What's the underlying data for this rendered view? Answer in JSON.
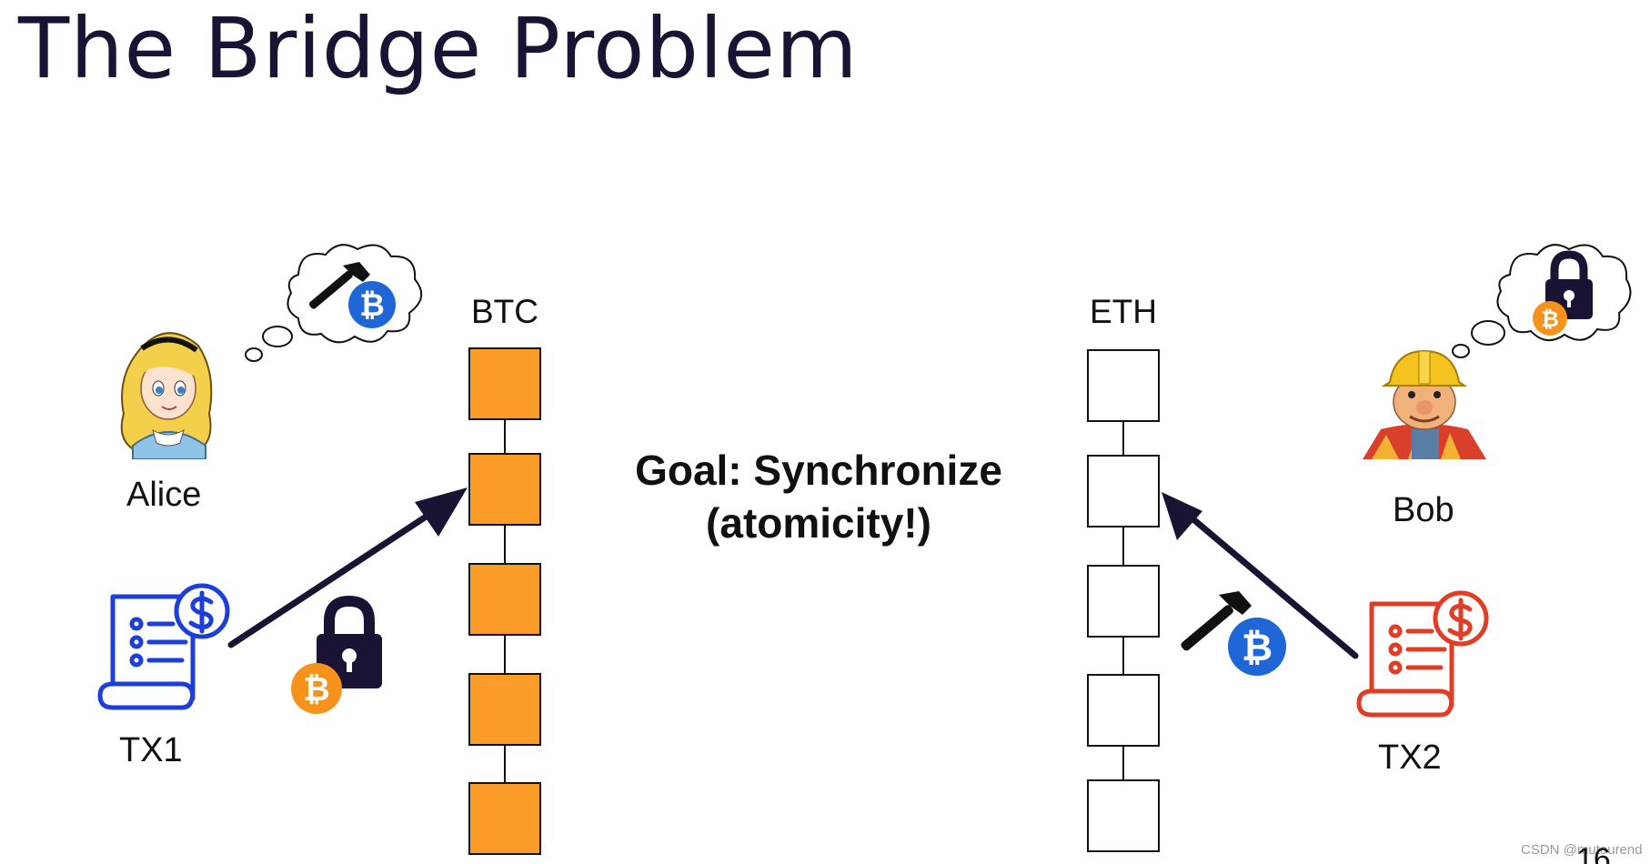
{
  "slide": {
    "title": "The Bridge Problem",
    "page_number": "16",
    "watermark": "CSDN @mutourend"
  },
  "alice": {
    "name": "Alice",
    "tx_label": "TX1",
    "tx_color": "#1c3fdc"
  },
  "bob": {
    "name": "Bob",
    "tx_label": "TX2",
    "tx_color": "#e23b26"
  },
  "chains": {
    "btc": {
      "label": "BTC",
      "block_count": 5,
      "block_color": "#fb9b28"
    },
    "eth": {
      "label": "ETH",
      "block_count": 5,
      "block_color": "#ffffff"
    }
  },
  "goal": {
    "line1": "Goal: Synchronize",
    "line2": "(atomicity!)"
  },
  "colors": {
    "title": "#1a1333",
    "arrow": "#1a1333",
    "bitcoin_blue": "#1f67d6",
    "bitcoin_orange": "#f7931a"
  },
  "icons": [
    "thought-cloud-icon",
    "hammer-icon",
    "bitcoin-icon",
    "padlock-icon",
    "receipt-icon",
    "dollar-icon",
    "arrow-icon"
  ]
}
